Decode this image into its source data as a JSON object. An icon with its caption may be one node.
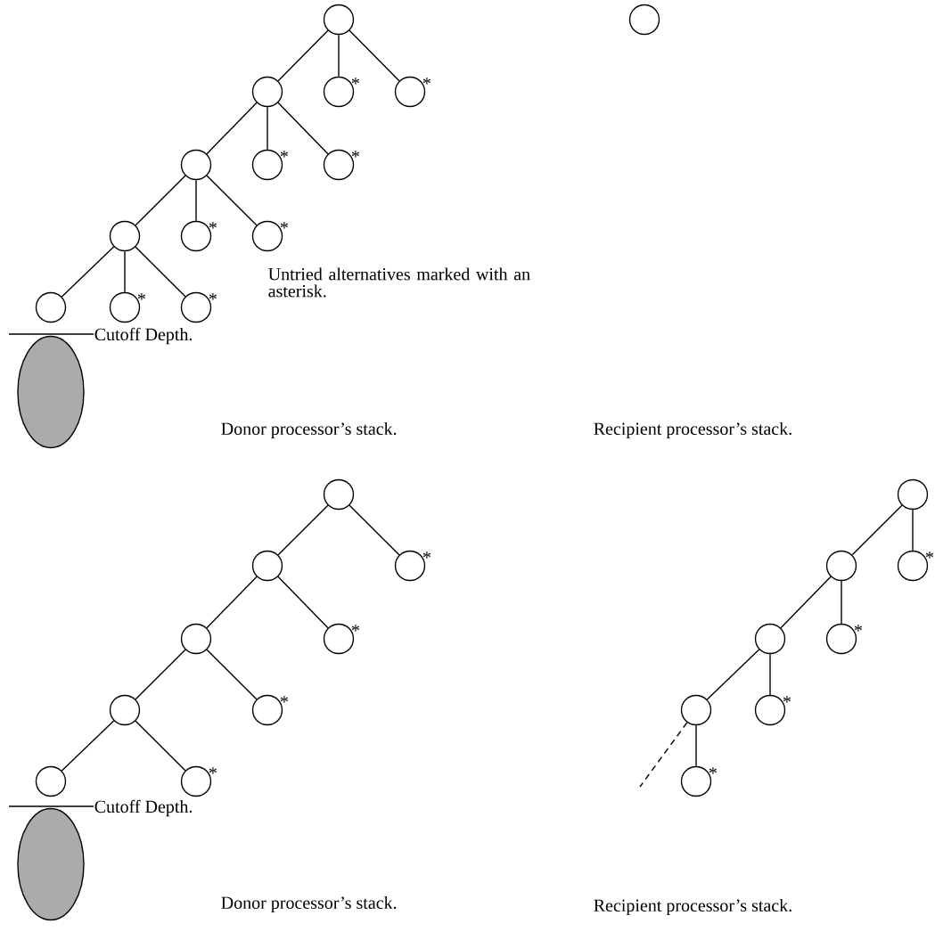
{
  "diagram": {
    "nodes": [
      {
        "text": [],
        "shape": "circle"
      },
      {
        "text": [],
        "shape": "circle"
      },
      {
        "text": [],
        "shape": "circle",
        "beside": [
          "*"
        ]
      },
      {
        "text": [],
        "shape": "circle",
        "beside": [
          "*"
        ]
      },
      {
        "text": [],
        "shape": "circle"
      },
      {
        "text": [],
        "shape": "circle",
        "beside": [
          "*"
        ]
      },
      {
        "text": [],
        "shape": "circle",
        "beside": [
          "*"
        ]
      },
      {
        "text": [],
        "shape": "circle"
      },
      {
        "text": [],
        "shape": "circle",
        "beside": [
          "*"
        ]
      },
      {
        "text": [],
        "shape": "circle",
        "beside": [
          "*"
        ]
      },
      {
        "text": [],
        "shape": "circle"
      },
      {
        "text": [],
        "shape": "circle",
        "beside": [
          "*"
        ]
      },
      {
        "text": [],
        "shape": "circle",
        "beside": [
          "*"
        ]
      },
      {
        "text": [],
        "shape": "circle"
      },
      {
        "text": [],
        "shape": "ellipse"
      },
      {
        "text": [],
        "shape": "circle"
      },
      {
        "text": [],
        "shape": "circle"
      },
      {
        "text": [],
        "shape": "circle",
        "beside": [
          "*"
        ]
      },
      {
        "text": [],
        "shape": "circle"
      },
      {
        "text": [],
        "shape": "circle",
        "beside": [
          "*"
        ]
      },
      {
        "text": [],
        "shape": "circle"
      },
      {
        "text": [],
        "shape": "circle",
        "beside": [
          "*"
        ]
      },
      {
        "text": [],
        "shape": "circle"
      },
      {
        "text": [],
        "shape": "circle",
        "beside": [
          "*"
        ]
      },
      {
        "text": [],
        "shape": "ellipse"
      },
      {
        "text": [],
        "shape": "circle"
      },
      {
        "text": [],
        "shape": "circle",
        "beside": [
          "*"
        ]
      },
      {
        "text": [],
        "shape": "circle"
      },
      {
        "text": [],
        "shape": "circle",
        "beside": [
          "*"
        ]
      },
      {
        "text": [],
        "shape": "circle"
      },
      {
        "text": [],
        "shape": "circle",
        "beside": [
          "*"
        ]
      },
      {
        "text": [],
        "shape": "circle"
      },
      {
        "text": [],
        "shape": "circle",
        "beside": [
          "*"
        ]
      }
    ],
    "edges": [
      {
        "from": 0,
        "to": 1,
        "arrow": "none"
      },
      {
        "from": 0,
        "to": 2,
        "arrow": "none"
      },
      {
        "from": 0,
        "to": 3,
        "arrow": "none"
      },
      {
        "from": 1,
        "to": 4,
        "arrow": "none"
      },
      {
        "from": 1,
        "to": 5,
        "arrow": "none"
      },
      {
        "from": 1,
        "to": 6,
        "arrow": "none"
      },
      {
        "from": 4,
        "to": 7,
        "arrow": "none"
      },
      {
        "from": 4,
        "to": 8,
        "arrow": "none"
      },
      {
        "from": 4,
        "to": 9,
        "arrow": "none"
      },
      {
        "from": 7,
        "to": 10,
        "arrow": "none"
      },
      {
        "from": 7,
        "to": 11,
        "arrow": "none"
      },
      {
        "from": 7,
        "to": 12,
        "arrow": "none"
      },
      {
        "from": 15,
        "to": 16,
        "arrow": "none"
      },
      {
        "from": 15,
        "to": 17,
        "arrow": "none"
      },
      {
        "from": 16,
        "to": 18,
        "arrow": "none"
      },
      {
        "from": 16,
        "to": 19,
        "arrow": "none"
      },
      {
        "from": 18,
        "to": 20,
        "arrow": "none"
      },
      {
        "from": 18,
        "to": 21,
        "arrow": "none"
      },
      {
        "from": 20,
        "to": 22,
        "arrow": "none"
      },
      {
        "from": 20,
        "to": 23,
        "arrow": "none"
      },
      {
        "from": 25,
        "to": 27,
        "arrow": "none"
      },
      {
        "from": 25,
        "to": 26,
        "arrow": "none"
      },
      {
        "from": 27,
        "to": 29,
        "arrow": "none"
      },
      {
        "from": 27,
        "to": 28,
        "arrow": "none"
      },
      {
        "from": 29,
        "to": 31,
        "arrow": "none"
      },
      {
        "from": 29,
        "to": 30,
        "arrow": "none"
      },
      {
        "from": 31,
        "to": 32,
        "arrow": "none"
      },
      {
        "from": 31,
        "to": null,
        "arrow": "none",
        "style": "dashed"
      }
    ],
    "labels": [
      "Untried alternatives marked with an asterisk.",
      "Cutoff Depth.",
      "Donor processor’s stack.",
      "Recipient processor’s stack.",
      "Cutoff Depth.",
      "Donor processor’s stack.",
      "Recipient processor’s stack."
    ]
  }
}
